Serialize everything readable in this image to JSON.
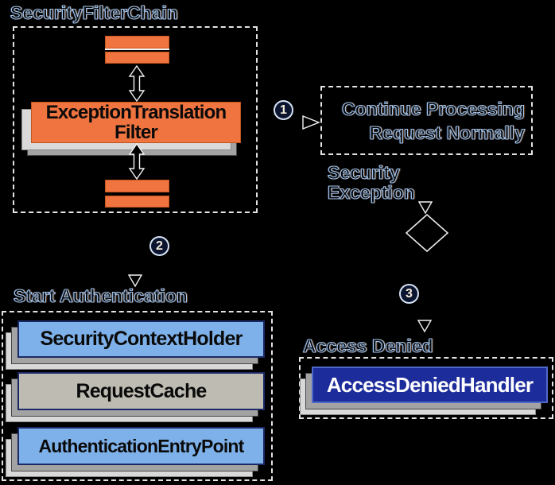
{
  "labels": {
    "filter_chain_title": "SecurityFilterChain",
    "start_authentication": "Start Authentication",
    "access_denied": "Access Denied",
    "security_exception_line1": "Security",
    "security_exception_line2": "Exception",
    "continue_line1": "Continue Processing",
    "continue_line2": "Request Normally"
  },
  "steps": {
    "one": "1",
    "two": "2",
    "three": "3"
  },
  "boxes": {
    "exception_translation_filter": {
      "line1": "ExceptionTranslation",
      "line2": "Filter"
    },
    "security_context_holder": "SecurityContextHolder",
    "request_cache": "RequestCache",
    "authentication_entry_point": "AuthenticationEntryPoint",
    "access_denied_handler": "AccessDeniedHandler"
  },
  "icons": {
    "bidirectional_arrow": "double-headed vertical arrow",
    "right_arrow": "hollow right-pointing triangle",
    "down_arrow": "hollow down-pointing triangle",
    "decision_diamond": "hollow diamond"
  },
  "colors": {
    "background": "#000000",
    "orange": "#EF7440",
    "light_blue": "#7EB1E9",
    "box_gray": "#BEBBB3",
    "navy": "#1D2C9B",
    "navy_border": "#4E6AC8",
    "shadow_dark": "#A3A3A3",
    "shadow_light": "#D9D9D9",
    "outline_text_stroke": "#A6C6EE",
    "dashed_border": "#E3E3E3"
  }
}
